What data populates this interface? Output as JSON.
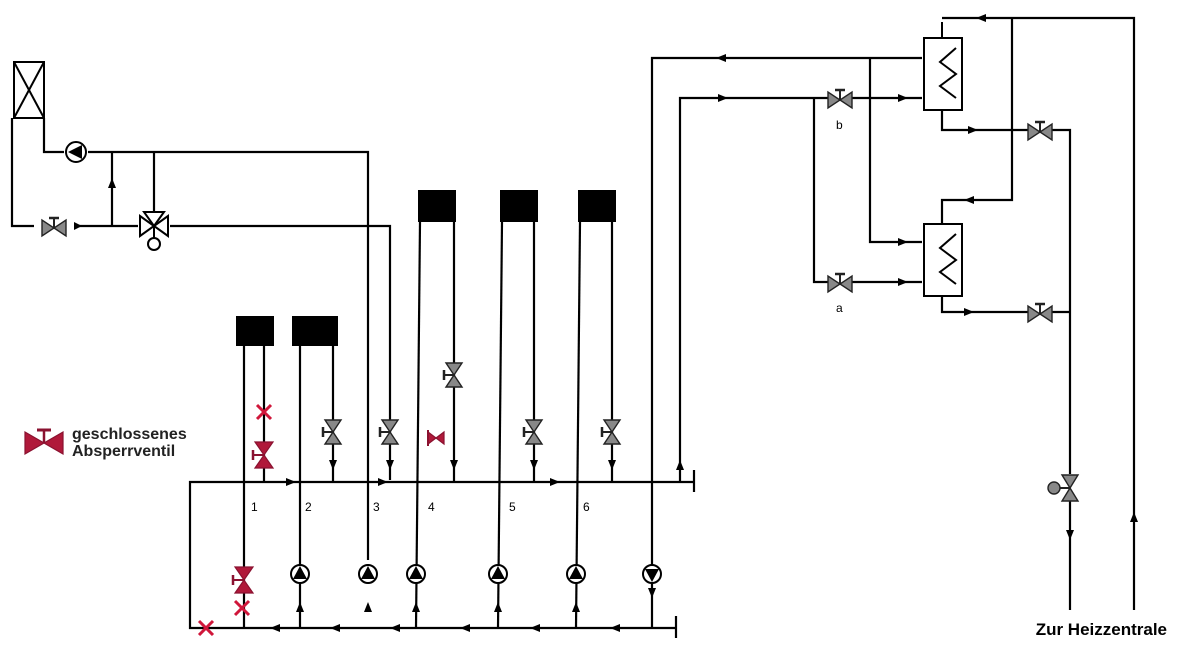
{
  "legend": {
    "symbol": "closed-shutoff-valve-red",
    "text": "geschlossenes Absperrventil"
  },
  "footer": {
    "text": "Zur Heizzentrale"
  },
  "circuit_labels": [
    "1",
    "2",
    "3",
    "4",
    "5",
    "6"
  ],
  "valve_labels": {
    "b": "b",
    "a": "a"
  },
  "colors": {
    "pipe": "#000000",
    "valve": "#888888",
    "closed_valve": "#b0193a",
    "closed_mark": "#d0163a"
  }
}
